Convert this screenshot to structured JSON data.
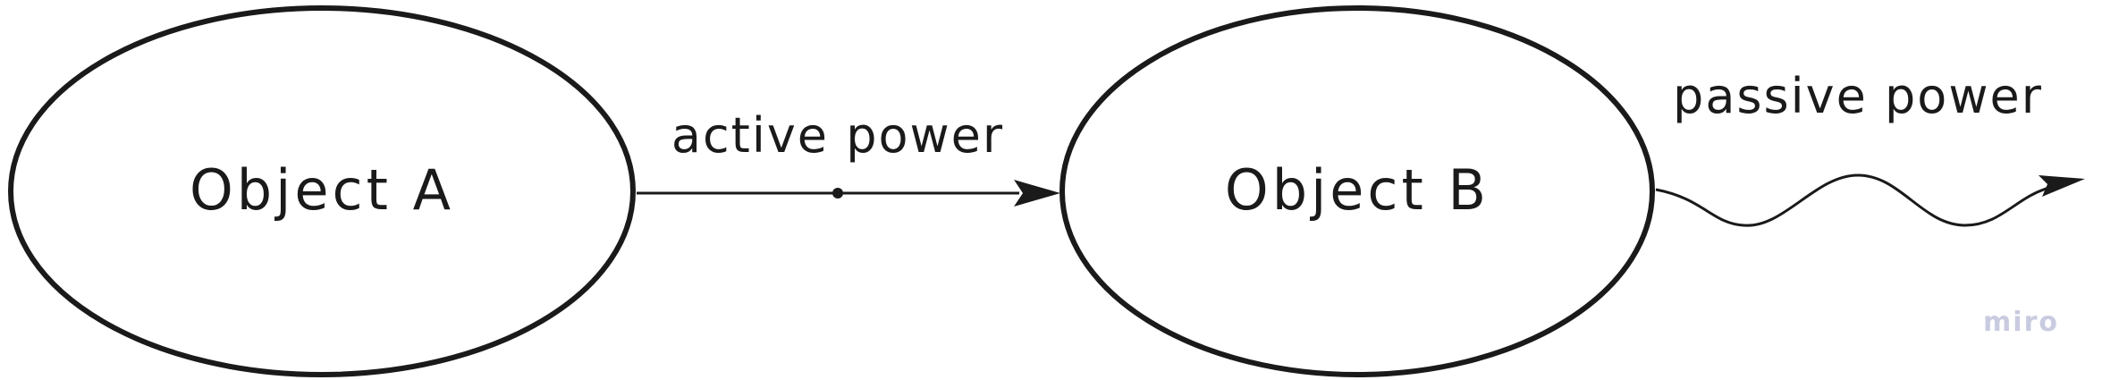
{
  "nodes": {
    "object_a": {
      "label": "Object A"
    },
    "object_b": {
      "label": "Object B"
    }
  },
  "edges": {
    "active": {
      "label": "active power",
      "style": "straight"
    },
    "passive": {
      "label": "passive power",
      "style": "wavy"
    }
  },
  "watermark": {
    "text": "miro"
  },
  "colors": {
    "stroke": "#1a1a1a",
    "background": "#ffffff",
    "watermark": "#c9cbe0"
  }
}
